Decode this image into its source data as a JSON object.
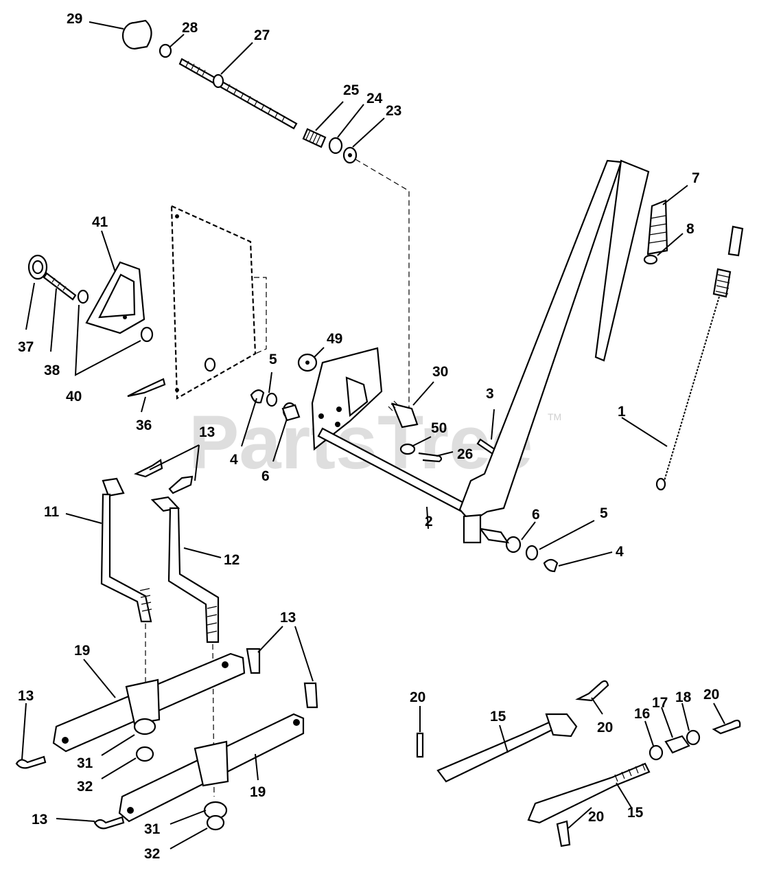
{
  "watermark": {
    "text": "PartsTree",
    "trademark": "TM"
  },
  "callouts": {
    "c1": "1",
    "c2": "2",
    "c3": "3",
    "c4a": "4",
    "c4b": "4",
    "c5a": "5",
    "c5b": "5",
    "c6a": "6",
    "c6b": "6",
    "c7": "7",
    "c8": "8",
    "c11": "11",
    "c12": "12",
    "c13a": "13",
    "c13b": "13",
    "c13c": "13",
    "c13d": "13",
    "c15a": "15",
    "c15b": "15",
    "c16": "16",
    "c17": "17",
    "c18": "18",
    "c19a": "19",
    "c19b": "19",
    "c20a": "20",
    "c20b": "20",
    "c20c": "20",
    "c20d": "20",
    "c23": "23",
    "c24": "24",
    "c25": "25",
    "c26": "26",
    "c27": "27",
    "c28": "28",
    "c29": "29",
    "c30": "30",
    "c31a": "31",
    "c31b": "31",
    "c32a": "32",
    "c32b": "32",
    "c36": "36",
    "c37": "37",
    "c38": "38",
    "c40": "40",
    "c41": "41",
    "c49": "49",
    "c50": "50"
  }
}
